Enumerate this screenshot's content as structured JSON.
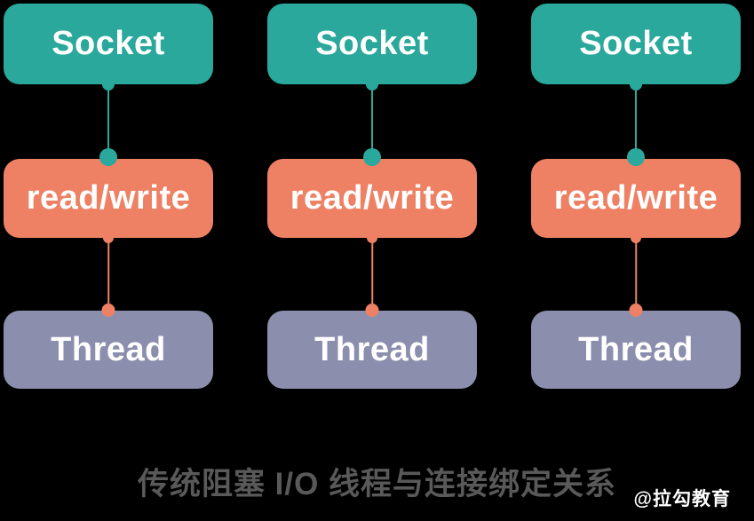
{
  "diagram": {
    "caption": "传统阻塞 I/O 线程与连接绑定关系",
    "watermark": "@拉勾教育",
    "colors": {
      "background": "#000000",
      "socket_box": "#29A89B",
      "readwrite_box": "#EE8164",
      "thread_box": "#8B8FAD",
      "box_text": "#FFFFFF",
      "caption_text": "#595959",
      "watermark_text": "#FFFFFF"
    },
    "columns": [
      {
        "socket": "Socket",
        "readwrite": "read/write",
        "thread": "Thread"
      },
      {
        "socket": "Socket",
        "readwrite": "read/write",
        "thread": "Thread"
      },
      {
        "socket": "Socket",
        "readwrite": "read/write",
        "thread": "Thread"
      }
    ]
  }
}
